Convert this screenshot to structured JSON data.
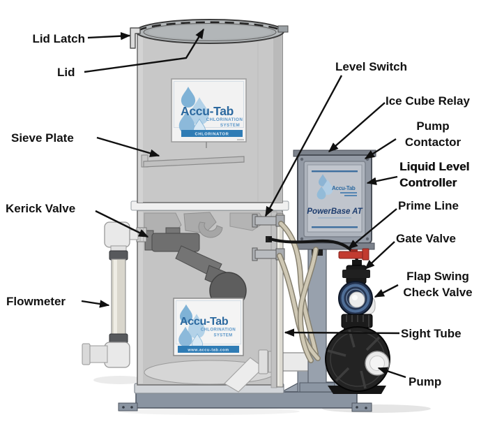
{
  "diagram": {
    "labels": {
      "lid_latch": "Lid Latch",
      "lid": "Lid",
      "sieve_plate": "Sieve Plate",
      "kerick_valve": "Kerick Valve",
      "flowmeter": "Flowmeter",
      "level_switch": "Level Switch",
      "ice_cube_relay": "Ice Cube Relay",
      "pump_contactor_1": "Pump",
      "pump_contactor_2": "Contactor",
      "liquid_level_controller_1": "Liquid Level",
      "liquid_level_controller_2": "Controller",
      "prime_line": "Prime Line",
      "gate_valve": "Gate Valve",
      "flap_swing_check_valve_1": "Flap Swing",
      "flap_swing_check_valve_2": "Check Valve",
      "sight_tube": "Sight Tube",
      "pump": "Pump"
    },
    "branding": {
      "brand": "Accu-Tab",
      "chlorination": "CHLORINATION",
      "system": "SYSTEM",
      "upper_banner": "CHLORINATOR",
      "lower_banner": "www.accu-tab.com",
      "controller_model": "PowerBase AT"
    },
    "colors": {
      "arrow": "#101010",
      "label_text": "#121212",
      "brand_blue": "#2c699f",
      "banner_blue": "#2f7cb5",
      "valve_handle_red": "#c23b30",
      "pump_black": "#232323",
      "tank_gray": "#c8c8c8",
      "skid_gray": "#8a94a1",
      "tube_tan": "#cfc8b4"
    }
  }
}
